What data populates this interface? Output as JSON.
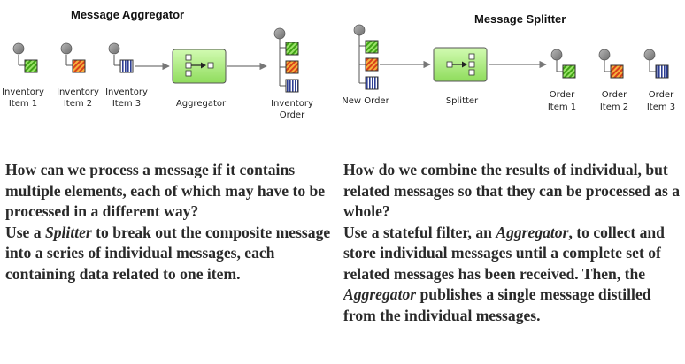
{
  "colors": {
    "arrow": "#777777",
    "processor_fill": "#a8ee7a",
    "part_green": "#4cbb17",
    "part_orange": "#e8641e",
    "part_blue": "#3a4fa8",
    "body_text": "#2a2a2a"
  },
  "aggregator": {
    "title": "Message Aggregator",
    "inputs": [
      {
        "line1": "Inventory",
        "line2": "Item 1",
        "icon": "green-hatched-message-icon"
      },
      {
        "line1": "Inventory",
        "line2": "Item 2",
        "icon": "orange-hatched-message-icon"
      },
      {
        "line1": "Inventory",
        "line2": "Item 3",
        "icon": "blue-striped-message-icon"
      }
    ],
    "processor_label": "Aggregator",
    "output": {
      "line1": "Inventory",
      "line2": "Order",
      "icon": "composite-message-icon"
    }
  },
  "splitter": {
    "title": "Message Splitter",
    "input": {
      "label": "New Order",
      "icon": "composite-message-icon"
    },
    "processor_label": "Splitter",
    "outputs": [
      {
        "line1": "Order",
        "line2": "Item 1",
        "icon": "green-hatched-message-icon"
      },
      {
        "line1": "Order",
        "line2": "Item 2",
        "icon": "orange-hatched-message-icon"
      },
      {
        "line1": "Order",
        "line2": "Item 3",
        "icon": "blue-striped-message-icon"
      }
    ]
  },
  "left_text": {
    "question": "How can we process a message if it contains multiple elements, each of which may have to be processed in a different way?",
    "answer_pre": "Use a ",
    "answer_term": "Splitter",
    "answer_post": " to break out the composite message into a series of individual messages, each containing data related to one item."
  },
  "right_text": {
    "question": "How do we combine the results of individual, but related messages so that they can be processed as a whole?",
    "answer_1": "Use a stateful filter, an ",
    "answer_term_1": "Aggregator",
    "answer_2": ", to collect and store individual messages until a complete set of related messages has been received. Then, the ",
    "answer_term_2": "Aggregator",
    "answer_3": " publishes a single message distilled from the individual messages."
  }
}
